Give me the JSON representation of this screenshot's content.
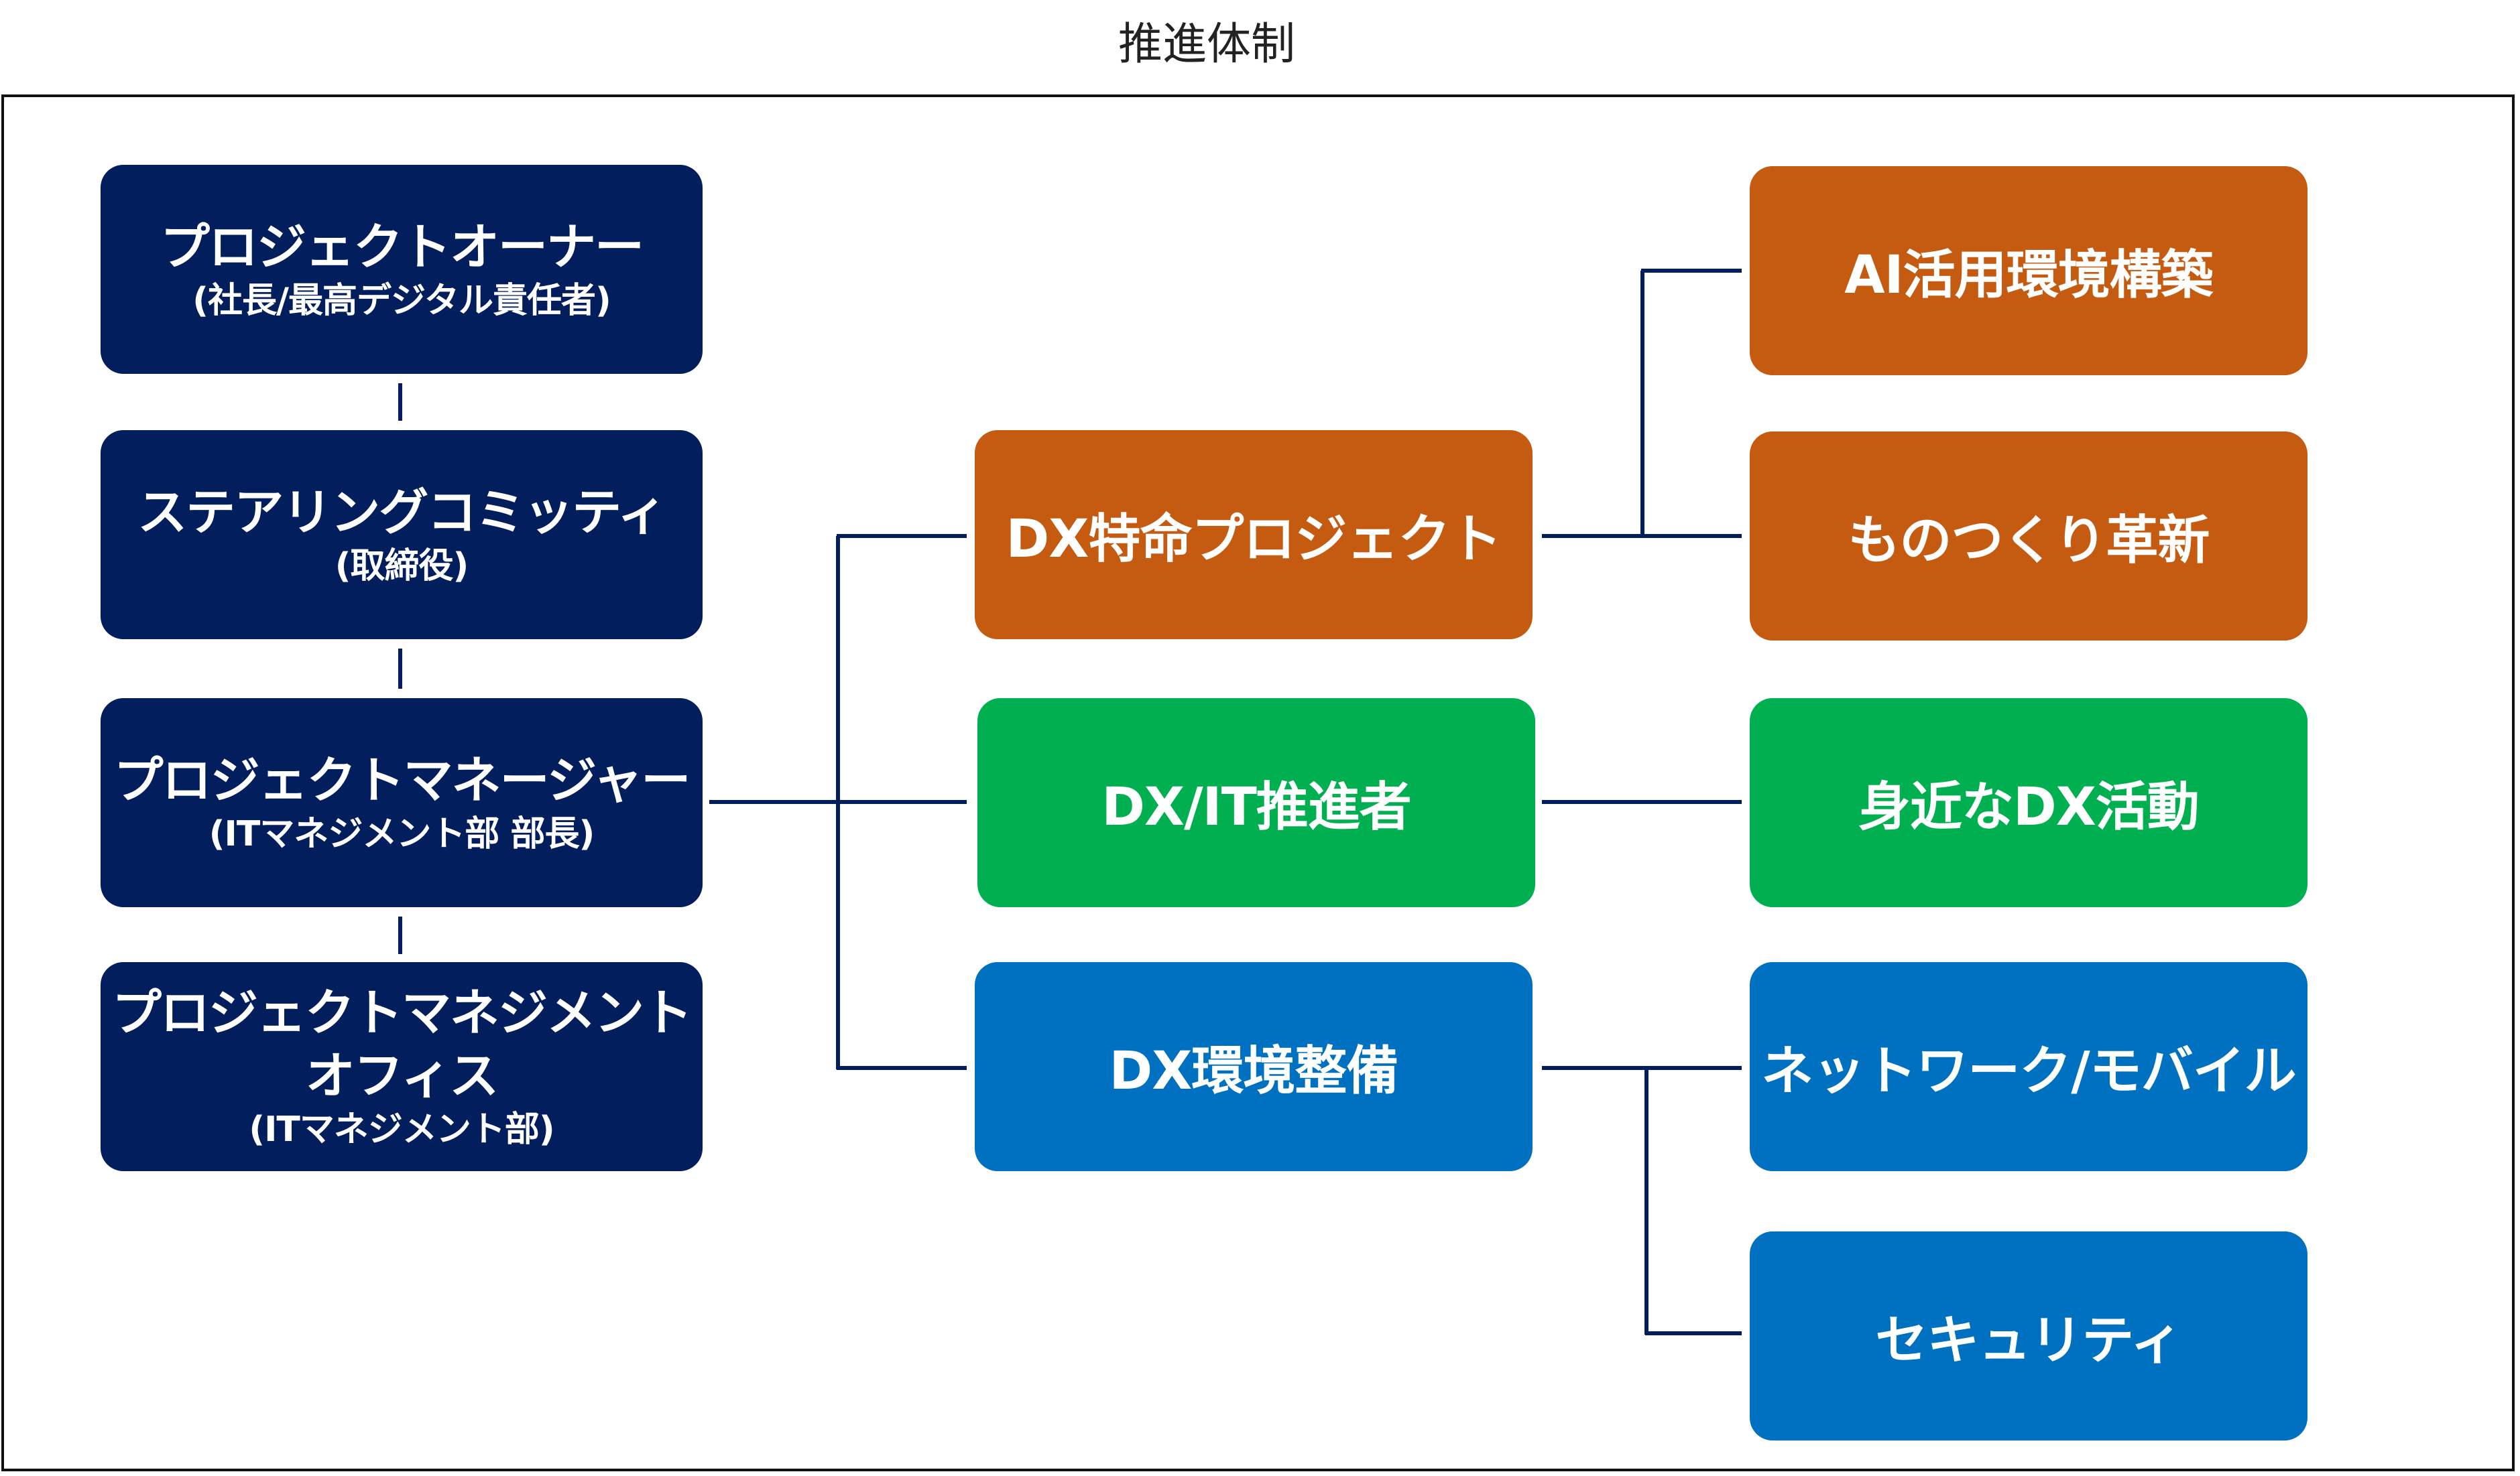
{
  "title": "推進体制",
  "colors": {
    "navy": "#031e5c",
    "orange": "#c55a11",
    "green": "#00b050",
    "blue": "#0070c0",
    "line": "#031e5c"
  },
  "management": [
    {
      "title": "プロジェクトオーナー",
      "subtitle": "(社長/最高デジタル責任者)"
    },
    {
      "title": "ステアリングコミッティ",
      "subtitle": "(取締役)"
    },
    {
      "title": "プロジェクトマネージャー",
      "subtitle": "(ITマネジメント部 部長)"
    },
    {
      "title_line1": "プロジェクトマネジメント",
      "title_line2": "オフィス",
      "subtitle": "(ITマネジメント部)"
    }
  ],
  "teams": [
    {
      "label": "DX特命プロジェクト",
      "color": "orange"
    },
    {
      "label": "DX/IT推進者",
      "color": "green"
    },
    {
      "label": "DX環境整備",
      "color": "blue"
    }
  ],
  "activities": [
    {
      "label": "AI活用環境構築",
      "color": "orange"
    },
    {
      "label": "ものつくり革新",
      "color": "orange"
    },
    {
      "label": "身近なDX活動",
      "color": "green"
    },
    {
      "label": "ネットワーク/モバイル",
      "color": "blue"
    },
    {
      "label": "セキュリティ",
      "color": "blue"
    }
  ]
}
